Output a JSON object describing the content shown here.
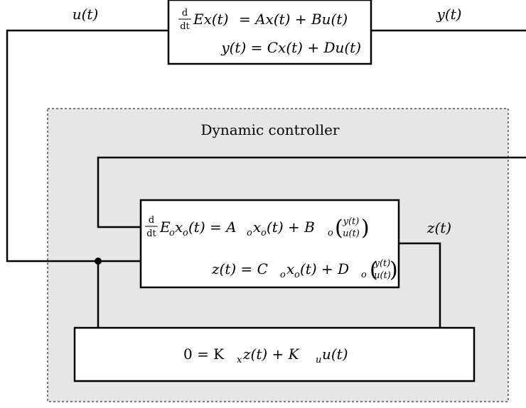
{
  "signals": {
    "u": "u(t)",
    "y": "y(t)",
    "z": "z(t)"
  },
  "plant": {
    "line1_lhs_d": "d",
    "line1_lhs_dt": "dt",
    "line1_lhs": "Ex(t)",
    "line1_rhs": "= Ax(t) + Bu(t)",
    "line2": "y(t) = Cx(t) + Du(t)"
  },
  "controller": {
    "title": "Dynamic controller",
    "eq1_d": "d",
    "eq1_dt": "dt",
    "eq1_E": "E",
    "eq1_x": "x",
    "eq1_xo_arg": "(t)",
    "eq1_eq": "= A",
    "eq1_x2": "x",
    "eq1_plus": "(t) + B",
    "eq2_z": "z(t) = C",
    "eq2_x": "x",
    "eq2_plus": "(t) + D",
    "sub_o": "o",
    "vec_top": "y(t)",
    "vec_bot": "u(t)"
  },
  "constraint": {
    "lhs": "0 = K",
    "sub_x": "x",
    "mid": "z(t) + K",
    "sub_u": "u",
    "rhs": "u(t)"
  }
}
